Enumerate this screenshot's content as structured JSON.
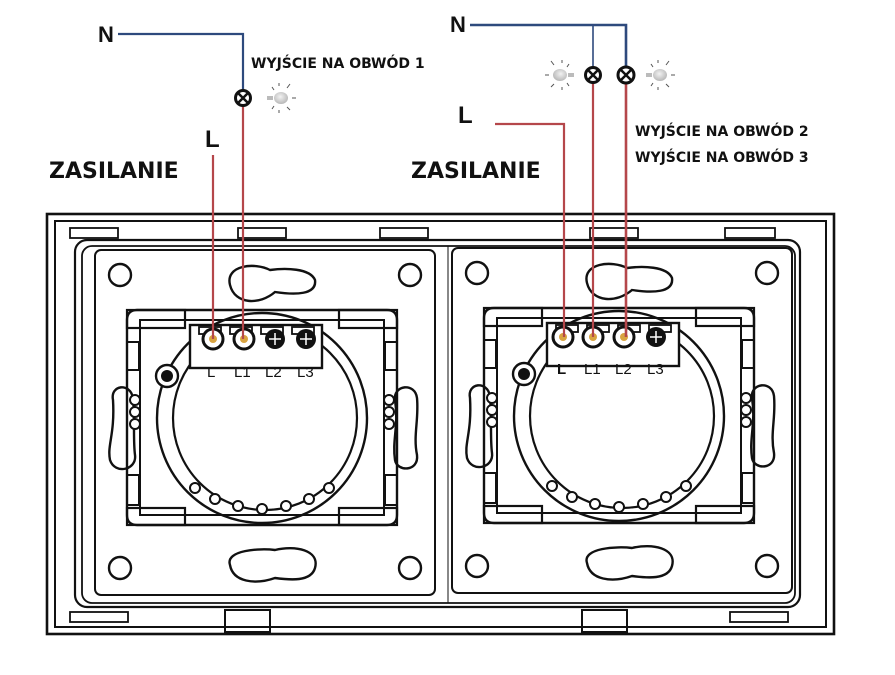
{
  "colors": {
    "neutral_wire": "#2e4a7d",
    "live_wire": "#b5474b",
    "outline": "#111111",
    "terminal_active": "#d9a441",
    "background": "#ffffff"
  },
  "left_module": {
    "supply_label": "ZASILANIE",
    "neutral_label": "N",
    "live_label": "L",
    "output_label": "WYJŚCIE NA OBWÓD 1",
    "terminals": [
      "L",
      "L1",
      "L2",
      "L3"
    ],
    "connected_terminals": [
      "L",
      "L1"
    ],
    "lamps": 1
  },
  "right_module": {
    "supply_label": "ZASILANIE",
    "neutral_label": "N",
    "live_label": "L",
    "output_labels": [
      "WYJŚCIE NA OBWÓD 2",
      "WYJŚCIE NA OBWÓD 3"
    ],
    "terminals": [
      "L",
      "L1",
      "L2",
      "L3"
    ],
    "connected_terminals": [
      "L",
      "L1",
      "L2"
    ],
    "lamps": 2
  },
  "icons": {
    "lamp_symbol": "circle-with-cross",
    "bulb": "light-bulb-glow"
  }
}
